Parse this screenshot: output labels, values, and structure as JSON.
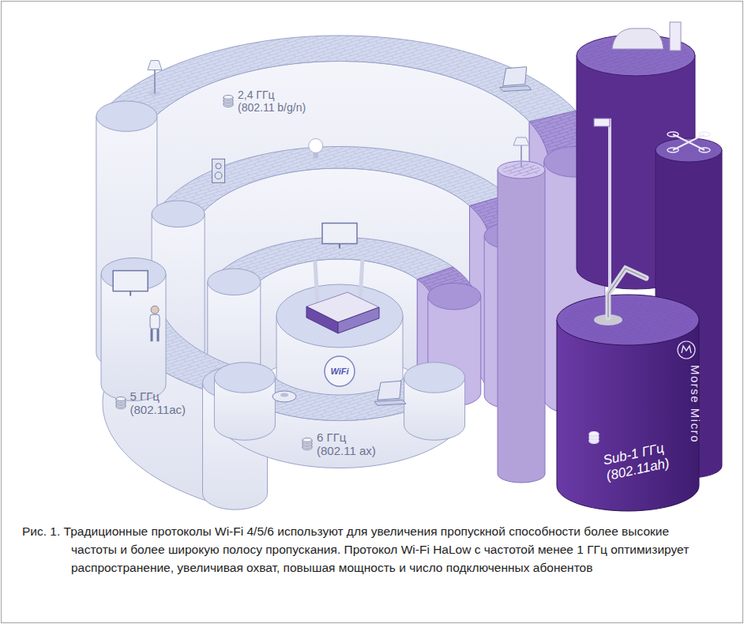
{
  "diagram": {
    "caption": "Рис. 1. Традиционные протоколы Wi-Fi 4/5/6 используют для увеличения пропускной способности более высокие частоты и более широкую полосу пропускания. Протокол Wi-Fi HaLow с частотой менее 1 ГГц оптимизирует распространение, увеличивая охват, повышая мощность и число подключенных абонентов",
    "nodes": [
      {
        "text": [
          "2,4 ГГц (802.11 b/g/n)"
        ]
      },
      {
        "text": [
          "5 ГГц (802.11ac)"
        ]
      },
      {
        "text": [
          "6 ГГц (802.11 ax)"
        ]
      },
      {
        "text": [
          "WiFi"
        ]
      },
      {
        "text": [
          "Morse Micro",
          "Sub-1 ГГц (802.11ah)"
        ]
      }
    ]
  }
}
